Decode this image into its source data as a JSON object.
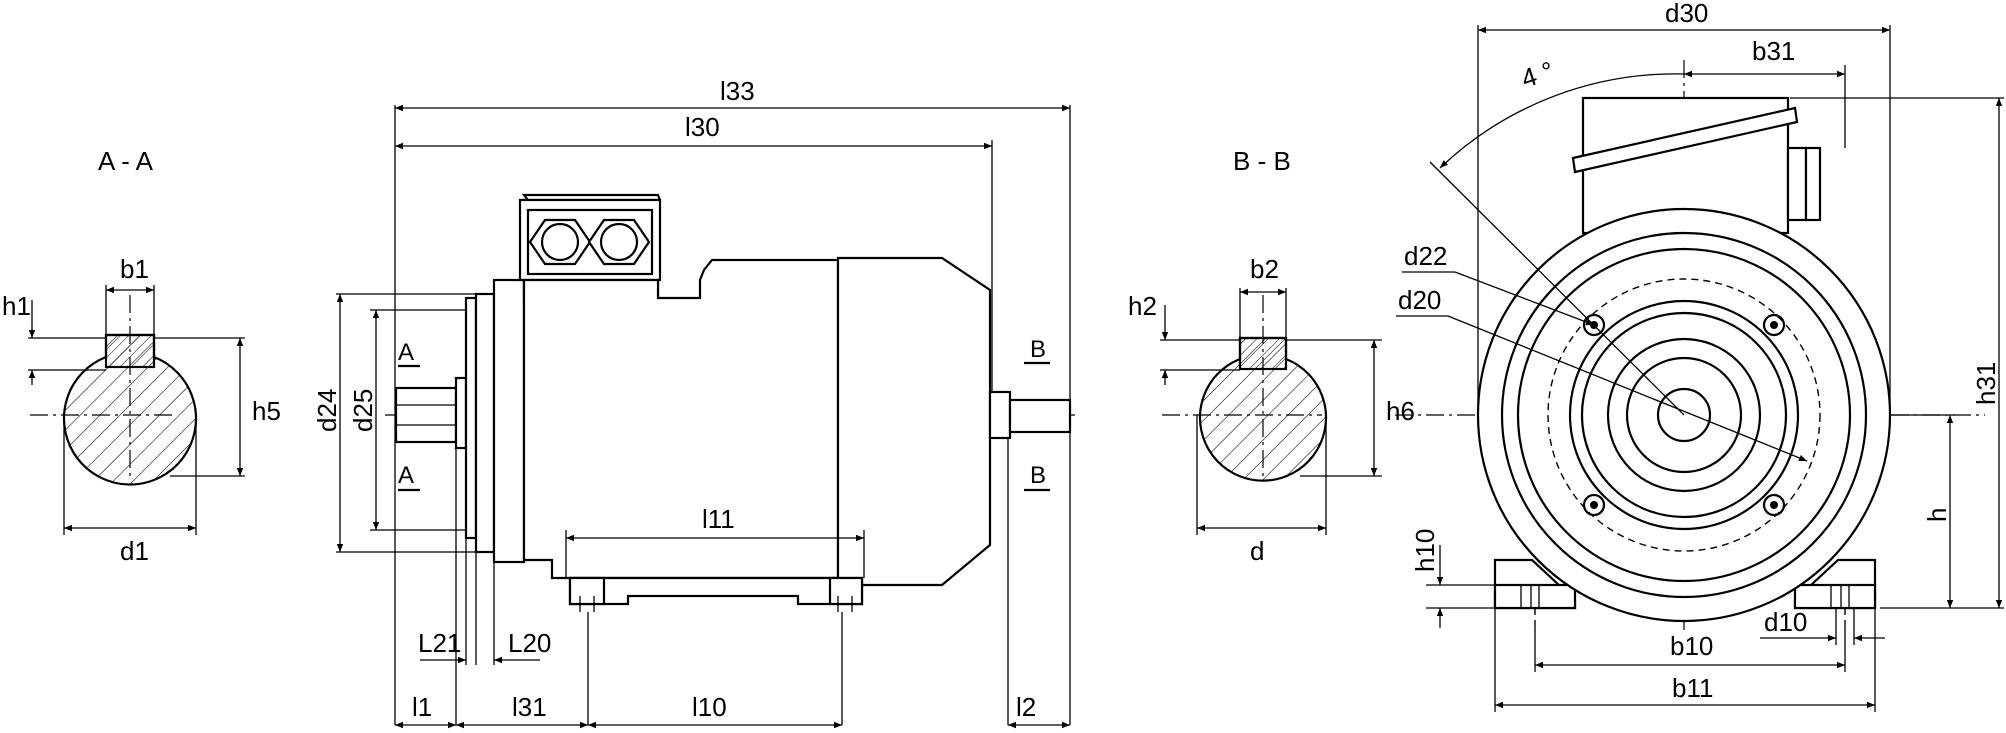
{
  "section_titles": {
    "aa": "A - A",
    "bb": "B - B"
  },
  "section_marks": {
    "a_top": "A",
    "a_bottom": "A",
    "b_top": "B",
    "b_bottom": "B"
  },
  "angle_label": "4 °",
  "dimensions": {
    "b1": "b1",
    "h1": "h1",
    "h5": "h5",
    "d1": "d1",
    "b2": "b2",
    "h2": "h2",
    "h6": "h6",
    "d": "d",
    "l33": "l33",
    "l30": "l30",
    "d24": "d24",
    "d25": "d25",
    "l11": "l11",
    "L21": "L21",
    "L20": "L20",
    "l1": "l1",
    "l31": "l31",
    "l10": "l10",
    "l2": "l2",
    "d30": "d30",
    "b31": "b31",
    "d22": "d22",
    "d20": "d20",
    "h31": "h31",
    "h": "h",
    "h10": "h10",
    "b10": "b10",
    "d10": "d10",
    "b11": "b11"
  }
}
